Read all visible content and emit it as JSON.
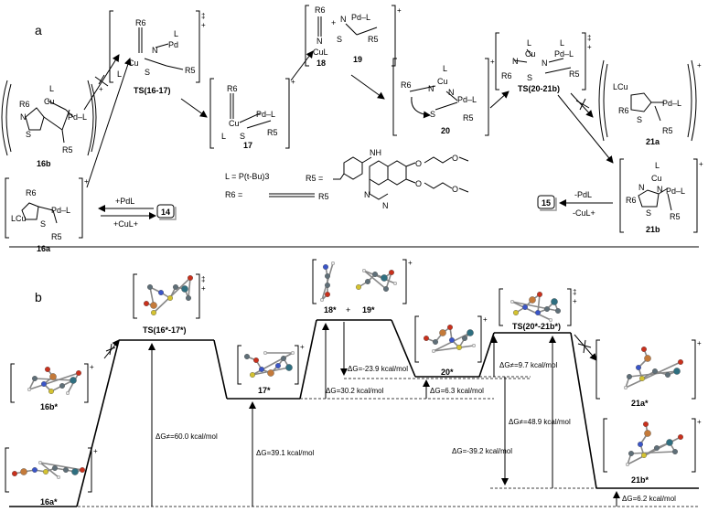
{
  "panel_a": {
    "label": "a",
    "species": {
      "s16b": "16b",
      "ts1617": "TS(16-17)",
      "s17": "17",
      "s18": "18",
      "s19": "19",
      "s20": "20",
      "ts2021b": "TS(20-21b)",
      "s21a": "21a",
      "s21b": "21b",
      "s16a": "16a",
      "s14": "14",
      "s15": "15"
    },
    "atoms": {
      "R6": "R6",
      "R5": "R5",
      "N": "N",
      "S": "S",
      "L": "L",
      "Cu": "Cu",
      "Pd": "Pd",
      "PdL": "Pd–L",
      "CuL": "CuL",
      "LCu": "LCu",
      "NH": "NH",
      "O": "O"
    },
    "charges": {
      "plus": "+",
      "ddagger": "‡"
    },
    "definitions": {
      "L": "L = P(t-Bu)3",
      "R5_prefix": "R5 =",
      "R6_prefix": "R6 =",
      "R6_tail": "R5"
    },
    "arrow_labels": {
      "add": "+PdL",
      "add2": "+CuL+",
      "remove": "-PdL",
      "remove2": "-CuL+"
    }
  },
  "panel_b": {
    "label": "b",
    "species": {
      "s16b": "16b*",
      "s16a": "16a*",
      "ts1617": "TS(16*-17*)",
      "s17": "17*",
      "s18": "18*",
      "s19": "19*",
      "s20": "20*",
      "ts2021b": "TS(20*-21b*)",
      "s21a": "21a*",
      "s21b": "21b*"
    },
    "energies": {
      "e1": "ΔG≠=60.0 kcal/mol",
      "e2": "ΔG=39.1 kcal/mol",
      "e3": "ΔG=-23.9 kcal/mol",
      "e4": "ΔG=30.2 kcal/mol",
      "e5": "ΔG=6.3 kcal/mol",
      "e6": "ΔG≠=9.7 kcal/mol",
      "e7": "ΔG≠=48.9 kcal/mol",
      "e8": "ΔG=-39.2 kcal/mol",
      "e9": "ΔG=6.2 kcal/mol"
    }
  },
  "colors": {
    "carbon": "#5f6f78",
    "hydrogen": "#e8e8e8",
    "nitrogen": "#3a55c8",
    "sulfur": "#d4c231",
    "oxygen": "#c9301c",
    "copper": "#c47a3a",
    "palladium": "#2f6f80",
    "phosphorus": "#d98b3a"
  }
}
